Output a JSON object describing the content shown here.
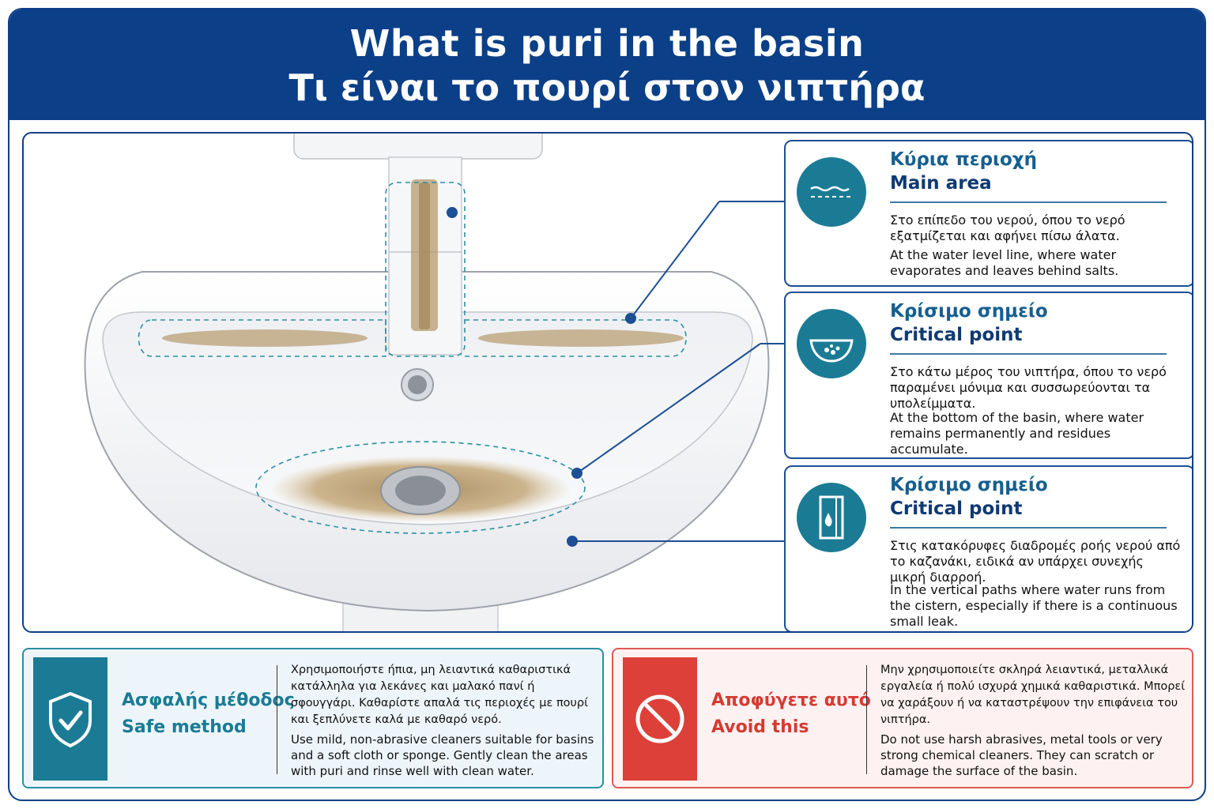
{
  "header": {
    "title_en": "What is puri in the basin",
    "title_gr": "Τι είναι το πουρί στον νιπτήρα"
  },
  "callouts": [
    {
      "icon": "water-level-icon",
      "title_gr": "Κύρια περιοχή",
      "title_en": "Main area",
      "body_gr": "Στο επίπεδο του νερού, όπου το νερό εξατμίζεται και αφήνει πίσω άλατα.",
      "body_en": "At the water level line, where water evaporates and leaves behind salts."
    },
    {
      "icon": "basin-residue-icon",
      "title_gr": "Κρίσιμο σημείο",
      "title_en": "Critical point",
      "body_gr": "Στο κάτω μέρος του νιπτήρα, όπου το νερό παραμένει μόνιμα και συσσωρεύονται τα υπολείμματα.",
      "body_en": "At the bottom of the basin, where water remains permanently and residues accumulate."
    },
    {
      "icon": "water-drop-path-icon",
      "title_gr": "Κρίσιμο σημείο",
      "title_en": "Critical point",
      "body_gr": "Στις κατακόρυφες διαδρομές ροής νερού από το καζανάκι, ειδικά αν υπάρχει συνεχής μικρή διαρροή.",
      "body_en": "In the vertical paths where water runs from the cistern, especially if there is a continuous small leak."
    }
  ],
  "safe": {
    "icon": "shield-check-icon",
    "label_gr": "Ασφαλής μέθοδος",
    "label_en": "Safe method",
    "text_gr": "Χρησιμοποιήστε ήπια, μη λειαντικά καθαριστικά κατάλληλα για λεκάνες και μαλακό πανί ή σφουγγάρι. Καθαρίστε απαλά τις περιοχές με πουρί και ξεπλύνετε καλά με καθαρό νερό.",
    "text_en": "Use mild, non-abrasive cleaners suitable for basins and a soft cloth or sponge. Gently clean the areas with puri and rinse well with clean water."
  },
  "avoid": {
    "icon": "prohibited-icon",
    "label_gr": "Αποφύγετε αυτό",
    "label_en": "Avoid this",
    "text_gr": "Μην χρησιμοποιείτε σκληρά λειαντικά, μεταλλικά εργαλεία ή πολύ ισχυρά χημικά καθαριστικά. Μπορεί να χαράξουν ή να καταστρέψουν την επιφάνεια του νιπτήρα.",
    "text_en": "Do not use harsh abrasives, metal tools or very strong chemical cleaners. They can scratch or damage the surface of the basin."
  },
  "colors": {
    "navy": "#0b3f87",
    "teal": "#1b7b95",
    "red": "#dc4038",
    "stain": "#b59a6c"
  }
}
